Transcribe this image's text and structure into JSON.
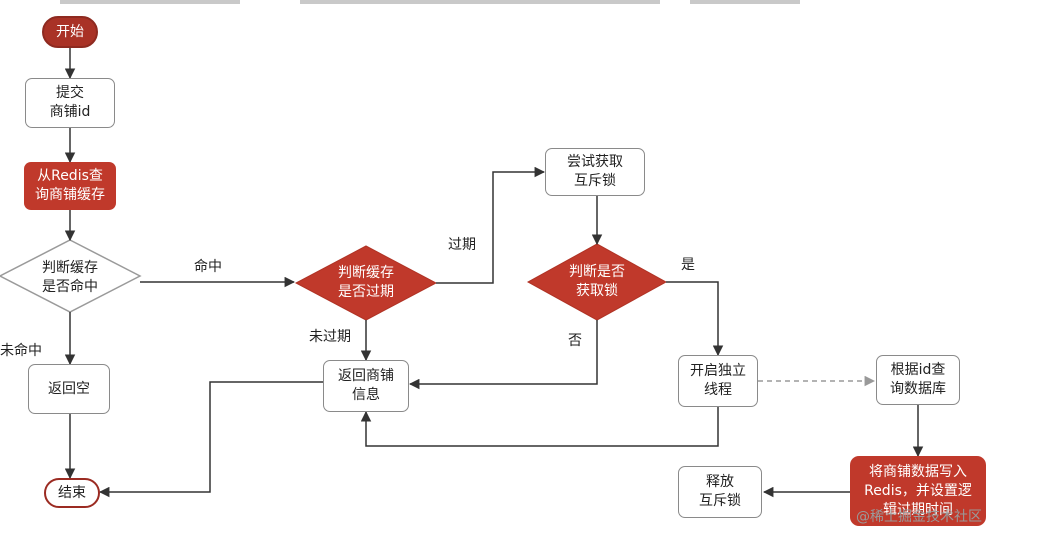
{
  "colors": {
    "red_fill": "#c0392b",
    "dark_red": "#a93226",
    "box_border": "#8a8a8a",
    "line": "#333333"
  },
  "nodes": {
    "start": "开始",
    "submit": "提交\n商铺id",
    "query_redis": "从Redis查\n询商铺缓存",
    "hit_check": "判断缓存\n是否命中",
    "return_empty": "返回空",
    "end": "结束",
    "expired_check": "判断缓存\n是否过期",
    "return_info": "返回商铺\n信息",
    "try_lock": "尝试获取\n互斥锁",
    "lock_check": "判断是否\n获取锁",
    "new_thread": "开启独立\n线程",
    "query_db": "根据id查\n询数据库",
    "write_redis": "将商铺数据写入\nRedis，并设置逻\n辑过期时间",
    "release_lock": "释放\n互斥锁"
  },
  "edge_labels": {
    "hit": "命中",
    "miss": "未命中",
    "expired": "过期",
    "not_expired": "未过期",
    "yes": "是",
    "no": "否"
  },
  "watermark": "@稀土掘金技术社区"
}
